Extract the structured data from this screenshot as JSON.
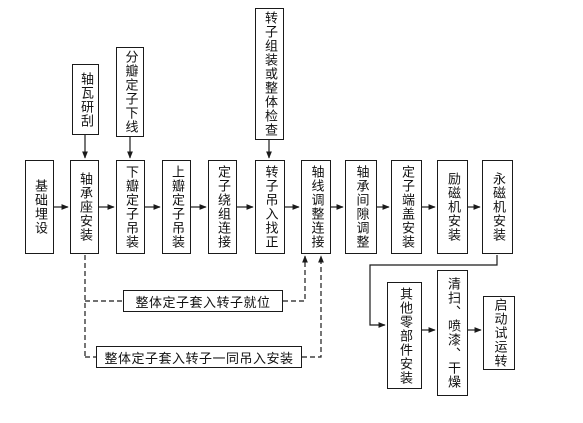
{
  "diagram": {
    "top_notes": [
      "轴瓦研刮",
      "分瓣定子下线",
      "转子组装或整体检查"
    ],
    "main_steps": [
      "基础埋设",
      "轴承座安装",
      "下瓣定子吊装",
      "上瓣定子吊装",
      "定子绕组连接",
      "转子吊入找正",
      "轴线调整连接",
      "轴承间隙调整",
      "定子端盖安装",
      "励磁机安装",
      "永磁机安装"
    ],
    "second_row": [
      "其他零部件安装",
      "清扫、喷漆、干燥",
      "启动试运转"
    ],
    "alternatives": [
      "整体定子套入转子就位",
      "整体定子套入转子一同吊入安装"
    ],
    "colors": {
      "line": "#1a1a1a",
      "background": "#ffffff"
    }
  }
}
